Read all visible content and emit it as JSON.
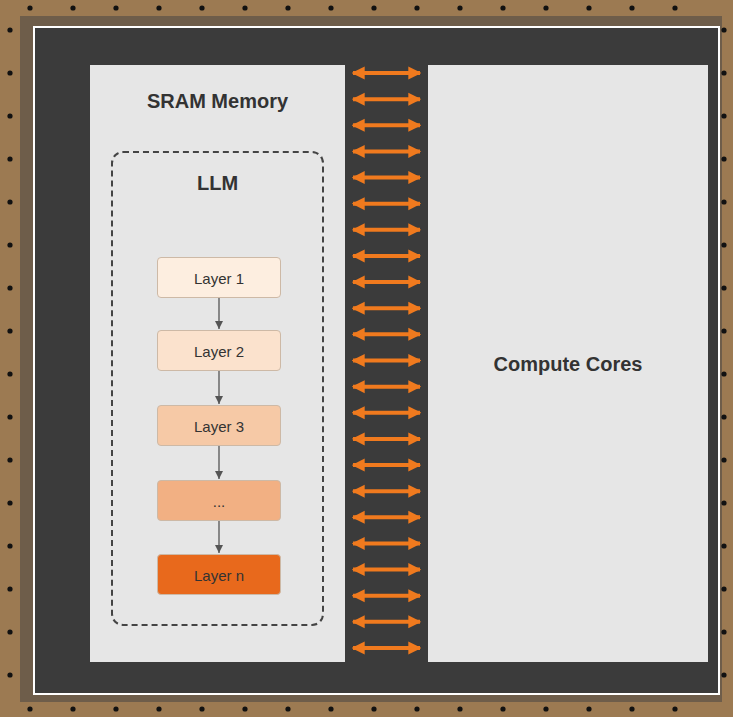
{
  "diagram": {
    "nodes": [
      {
        "text": [
          "SRAM Memory"
        ]
      },
      {
        "text": [
          "LLM"
        ],
        "in": 0
      },
      {
        "text": [
          "Layer 1"
        ],
        "in": 1
      },
      {
        "text": [
          "Layer 2"
        ],
        "in": 1
      },
      {
        "text": [
          "Layer 3"
        ],
        "in": 1
      },
      {
        "text": [
          "..."
        ],
        "in": 1
      },
      {
        "text": [
          "Layer n"
        ],
        "in": 1
      },
      {
        "text": [
          "Compute Cores"
        ]
      }
    ],
    "edges": [
      {
        "from": 2,
        "to": 3,
        "arrow": "to"
      },
      {
        "from": 3,
        "to": 4,
        "arrow": "to"
      },
      {
        "from": 4,
        "to": 5,
        "arrow": "to"
      },
      {
        "from": 5,
        "to": 6,
        "arrow": "to"
      },
      {
        "from": 0,
        "to": 7,
        "arrow": "both"
      }
    ]
  }
}
